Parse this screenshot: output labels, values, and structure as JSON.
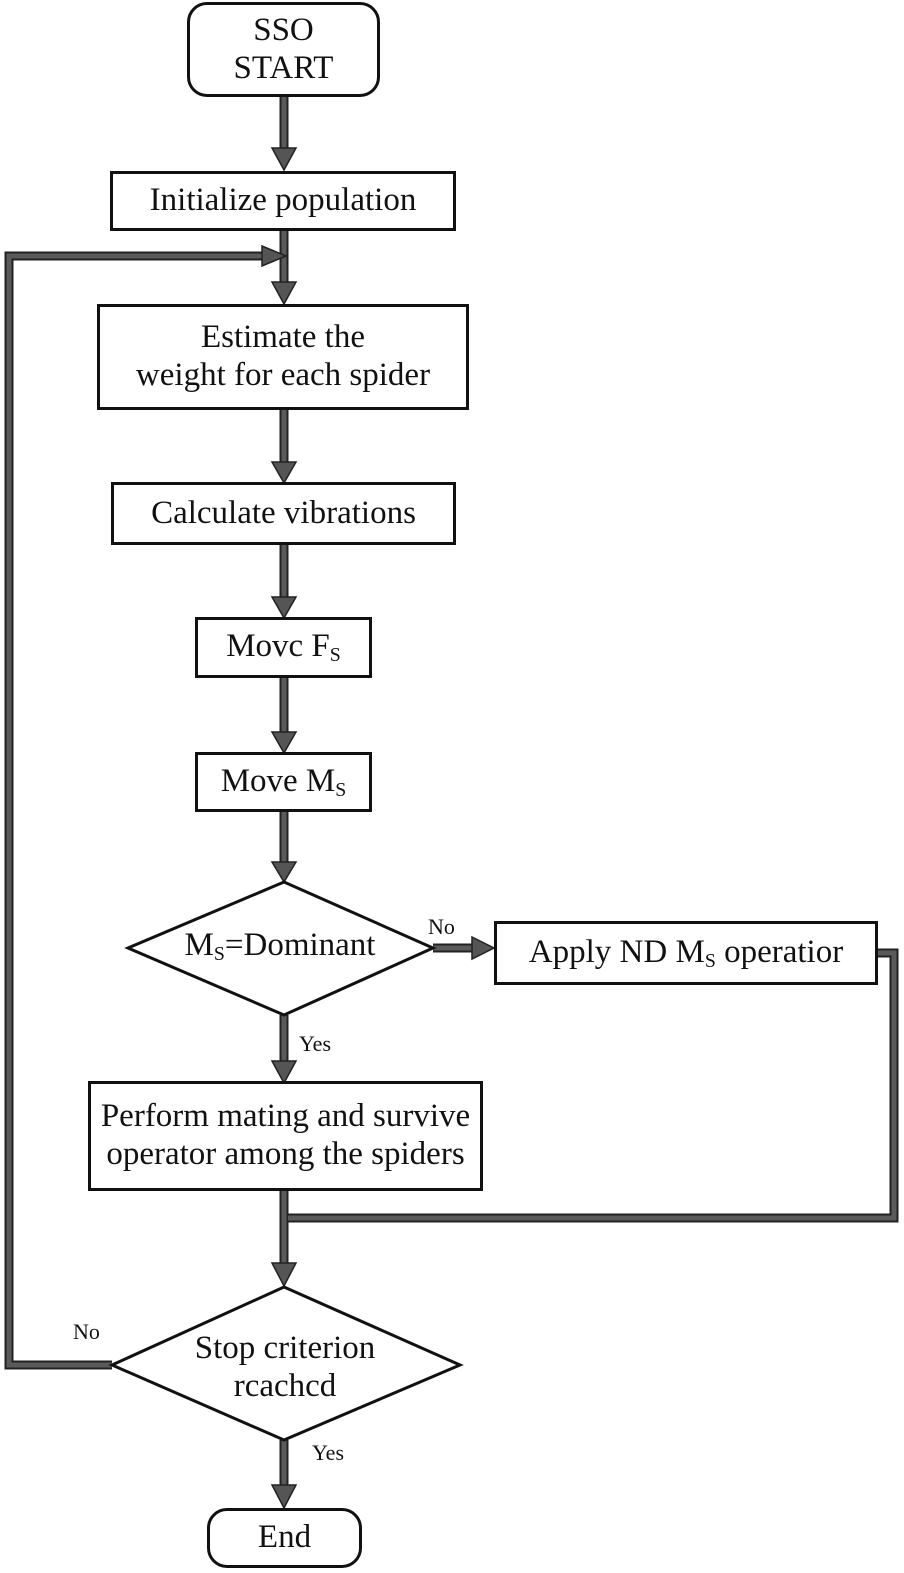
{
  "diagram": {
    "type": "flowchart",
    "connector_color": "#555555",
    "nodes": {
      "start": {
        "line1": "SSO",
        "line2": "START"
      },
      "init": {
        "text": "Initialize population"
      },
      "estimate": {
        "line1": "Estimate the",
        "line2": "weight for each spider"
      },
      "vibrations": {
        "text": "Calculate vibrations"
      },
      "move_fs": {
        "text": "Movc F",
        "sub": "S"
      },
      "move_ms": {
        "text": "Move M",
        "sub": "S"
      },
      "decision_dominant": {
        "pre": "M",
        "sub": "S",
        "post": "=Dominant"
      },
      "apply_nd": {
        "pre": "Apply ND M",
        "sub": "S",
        "post": " operatior"
      },
      "mating": {
        "line1": "Perform mating and survive",
        "line2": "operator among the spiders"
      },
      "decision_stop": {
        "line1": "Stop criterion",
        "line2": "rcachcd"
      },
      "end": {
        "text": "End"
      }
    },
    "edge_labels": {
      "dominant_no": "No",
      "dominant_yes": "Yes",
      "stop_no": "No",
      "stop_yes": "Yes"
    }
  }
}
